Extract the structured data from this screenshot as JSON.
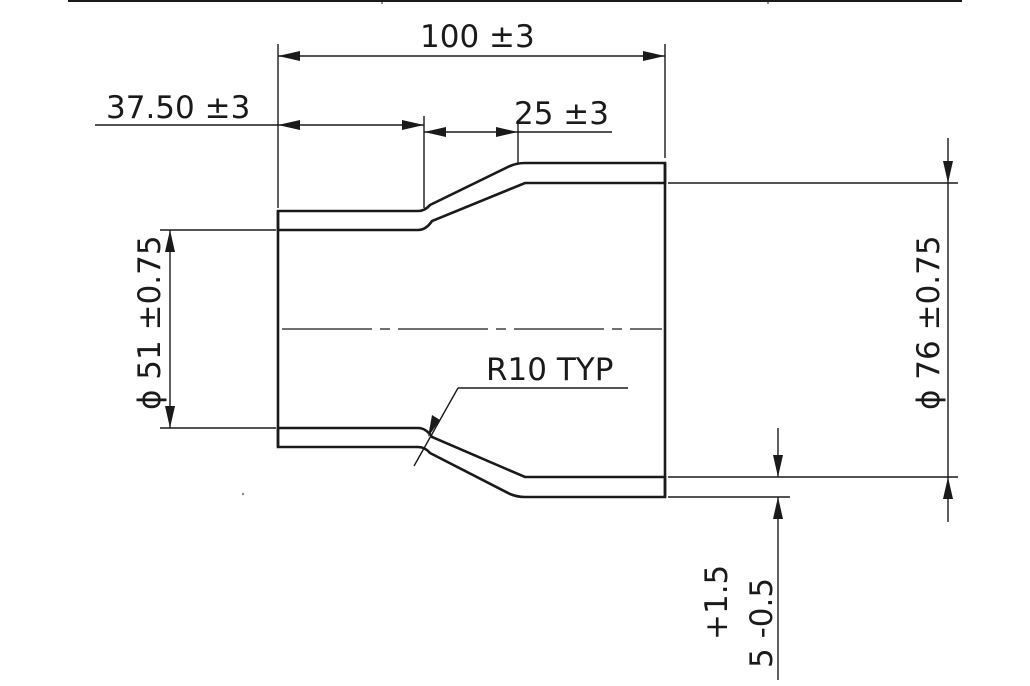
{
  "drawing": {
    "dim_overall_length": "100 ±3",
    "dim_small_end_length": "37.50 ±3",
    "dim_taper_length": "25 ±3",
    "dim_small_diameter": "ϕ 51 ±0.75",
    "dim_large_diameter": "ϕ 76 ±0.75",
    "note_radius": "R10 TYP",
    "dim_wall_tolerance": "+1.5",
    "dim_wall_thickness": "5 -0.5"
  }
}
